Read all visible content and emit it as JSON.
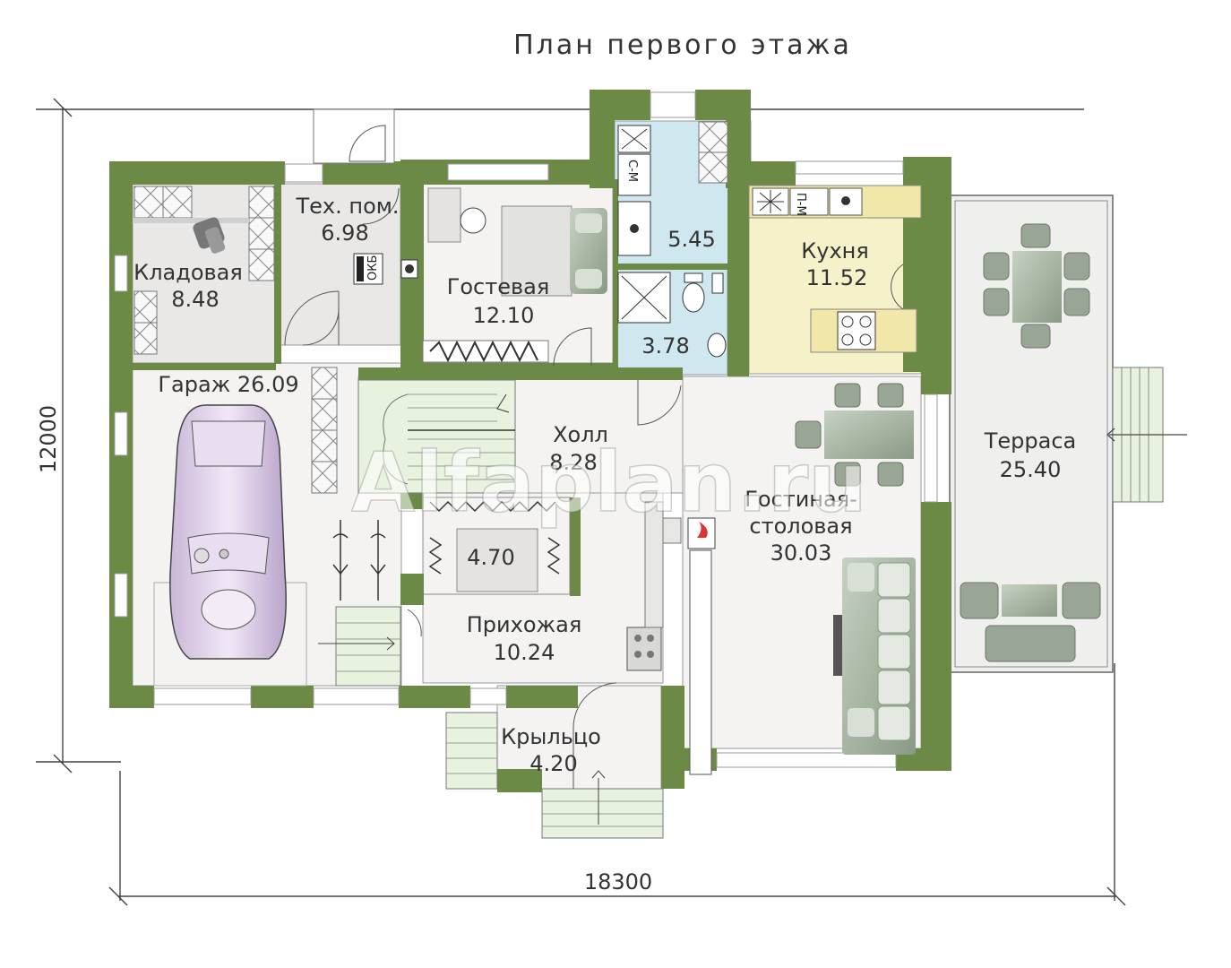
{
  "plan": {
    "title": "План первого этажа",
    "dim_width": "18300",
    "dim_height": "12000",
    "watermark": "Alfaplan.ru",
    "rooms": [
      {
        "name": "Кладовая",
        "area": "8.48"
      },
      {
        "name": "Тех. пом.",
        "area": "6.98"
      },
      {
        "name": "Гостевая",
        "area": "12.10"
      },
      {
        "name": "",
        "area": "5.45"
      },
      {
        "name": "",
        "area": "3.78"
      },
      {
        "name": "Кухня",
        "area": "11.52"
      },
      {
        "name": "Терраса",
        "area": "25.40"
      },
      {
        "name": "Гараж 26.09",
        "area": ""
      },
      {
        "name": "Холл",
        "area": "8.28"
      },
      {
        "name": "",
        "area": "4.70"
      },
      {
        "name": "Гостиная-\nстоловая",
        "area": "30.03"
      },
      {
        "name": "Прихожая",
        "area": "10.24"
      },
      {
        "name": "Крыльцо",
        "area": "4.20"
      }
    ],
    "fixture_labels": {
      "washer": "С-М",
      "dishwasher": "П-М",
      "boiler": "ОКБ"
    },
    "colors": {
      "wall": "#6b8a45",
      "floor": "#f4f3f2",
      "storage_floor": "#e9e8e7",
      "bath": "#cfe8ef",
      "kitchen": "#f5f1c8",
      "stair": "#e8f3df"
    }
  }
}
